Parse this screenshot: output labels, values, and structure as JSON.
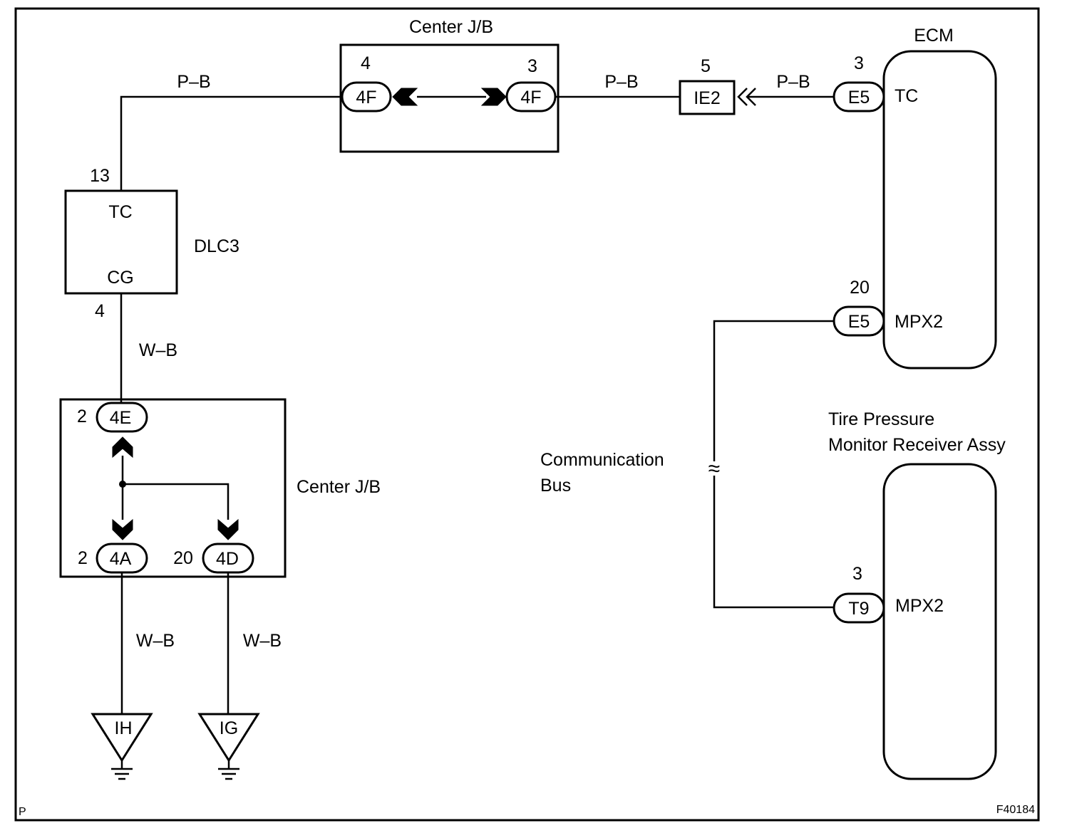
{
  "center_jb_top": {
    "title": "Center J/B",
    "left_connector": {
      "code": "4F",
      "pin": "4"
    },
    "right_connector": {
      "code": "4F",
      "pin": "3"
    }
  },
  "ecm": {
    "title": "ECM",
    "tc": {
      "connector": "E5",
      "pin": "3",
      "terminal": "TC"
    },
    "mpx2": {
      "connector": "E5",
      "pin": "20",
      "terminal": "MPX2"
    }
  },
  "inline_connector": {
    "code": "IE2",
    "pin": "5"
  },
  "dlc3": {
    "title": "DLC3",
    "tc_terminal": "TC",
    "cg_terminal": "CG",
    "tc_pin": "13",
    "cg_pin": "4"
  },
  "center_jb_bottom": {
    "title": "Center J/B",
    "top_connector": {
      "code": "4E",
      "pin": "2"
    },
    "left_connector": {
      "code": "4A",
      "pin": "2"
    },
    "right_connector": {
      "code": "4D",
      "pin": "20"
    }
  },
  "tpms": {
    "title_line1": "Tire Pressure",
    "title_line2": "Monitor Receiver Assy",
    "mpx2": {
      "connector": "T9",
      "pin": "3",
      "terminal": "MPX2"
    }
  },
  "wires": {
    "dlc3_to_jb": "P–B",
    "jb_to_ie2": "P–B",
    "ie2_to_ecm": "P–B",
    "dlc3_to_jb_bottom": "W–B",
    "to_ground_ih": "W–B",
    "to_ground_ig": "W–B"
  },
  "comm_bus": {
    "line1": "Communication",
    "line2": "Bus",
    "symbol": "≈"
  },
  "grounds": {
    "left": "IH",
    "right": "IG"
  },
  "corner_marks": {
    "bottom_left": "P",
    "figure_id": "F40184"
  }
}
